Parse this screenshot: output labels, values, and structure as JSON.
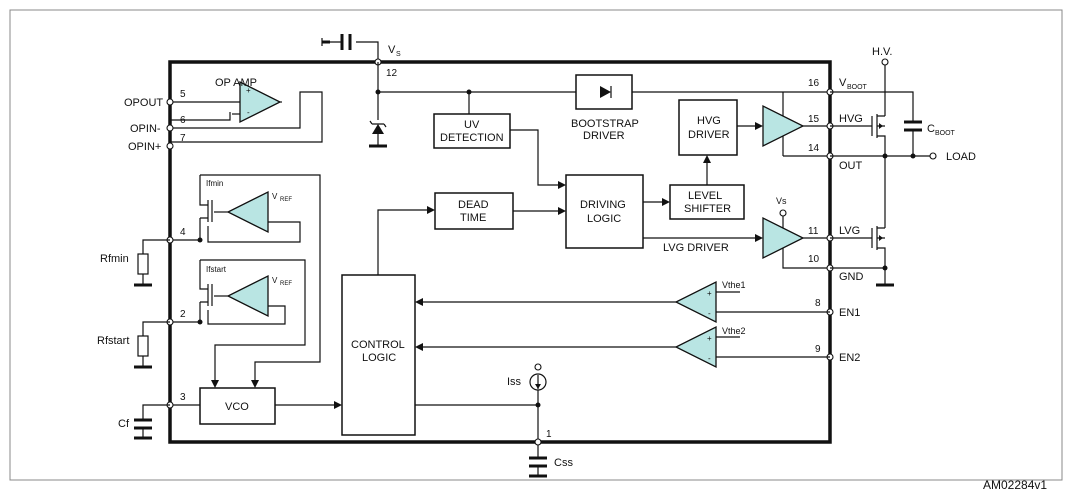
{
  "diagram": {
    "figure_id": "AM02284v1",
    "accent_color": "#b9e5e3",
    "pins": {
      "opout": {
        "label": "OPOUT",
        "num": "5"
      },
      "opin_minus": {
        "label": "OPIN-",
        "num": "6"
      },
      "opin_plus": {
        "label": "OPIN+",
        "num": "7"
      },
      "rfmin": {
        "label": "Rfmin",
        "num": "4"
      },
      "rfstart": {
        "label": "Rfstart",
        "num": "2"
      },
      "cf": {
        "label": "Cf",
        "num": "3"
      },
      "vs": {
        "label": "V",
        "sub": "S",
        "num": "12"
      },
      "css": {
        "label": "Css",
        "num": "1"
      },
      "vboot": {
        "label": "V",
        "sub": "BOOT",
        "num": "16"
      },
      "hvg": {
        "label": "HVG",
        "num": "15"
      },
      "out": {
        "label": "OUT",
        "num": "14"
      },
      "lvg": {
        "label": "LVG",
        "num": "11"
      },
      "gnd": {
        "label": "GND",
        "num": "10"
      },
      "en1": {
        "label": "EN1",
        "num": "8"
      },
      "en2": {
        "label": "EN2",
        "num": "9"
      }
    },
    "blocks": {
      "op_amp": "OP AMP",
      "uv_detection": [
        "UV",
        "DETECTION"
      ],
      "bootstrap_driver": [
        "BOOTSTRAP",
        "DRIVER"
      ],
      "hvg_driver": [
        "HVG",
        "DRIVER"
      ],
      "dead_time": [
        "DEAD",
        "TIME"
      ],
      "driving_logic": [
        "DRIVING",
        "LOGIC"
      ],
      "level_shifter": [
        "LEVEL",
        "SHIFTER"
      ],
      "lvg_driver": "LVG DRIVER",
      "control_logic": [
        "CONTROL",
        "LOGIC"
      ],
      "vco": "VCO"
    },
    "labels": {
      "ifmin": "Ifmin",
      "ifstart": "Ifstart",
      "vref": "V",
      "vref_sub": "REF",
      "vthe1": "Vthe1",
      "vthe2": "Vthe2",
      "iss": "Iss",
      "vs_small": "Vs",
      "hv": "H.V.",
      "cboot": "C",
      "cboot_sub": "BOOT",
      "load": "LOAD",
      "plus": "+",
      "minus": "-"
    }
  }
}
